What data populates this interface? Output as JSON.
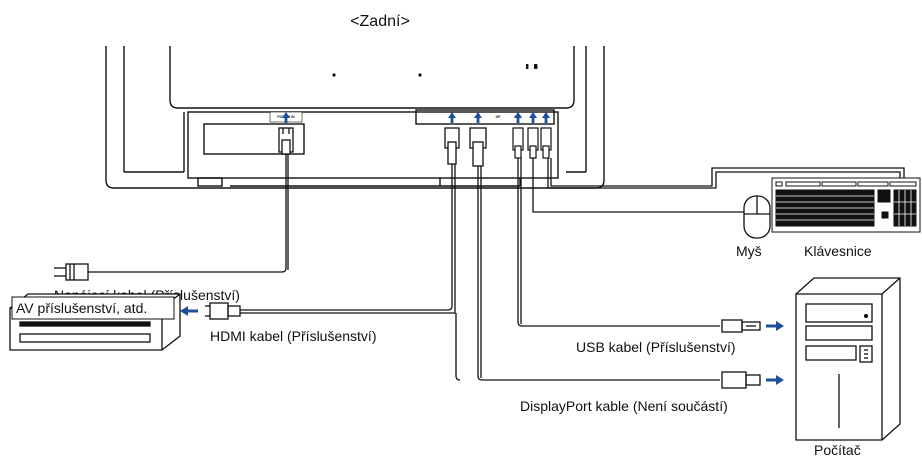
{
  "title": "<Zadní>",
  "ports": {
    "power": "POWER IN",
    "hdmi": "HDMI",
    "displayport": "DP",
    "usb": "USB"
  },
  "labels": {
    "power_cable": "Napájecí kabel (Příslušenství)",
    "hdmi_cable": "HDMI kabel (Příslušenství)",
    "usb_cable": "USB kabel (Příslušenství)",
    "dp_cable": "DisplayPort kable (Není součástí)",
    "av_device": "AV příslušenství, atd.",
    "mouse": "Myš",
    "keyboard": "Klávesnice",
    "computer": "Počítač"
  },
  "colors": {
    "line": "#111111",
    "arrow": "#1f4e9c",
    "device_fill": "#f4f4f4"
  }
}
